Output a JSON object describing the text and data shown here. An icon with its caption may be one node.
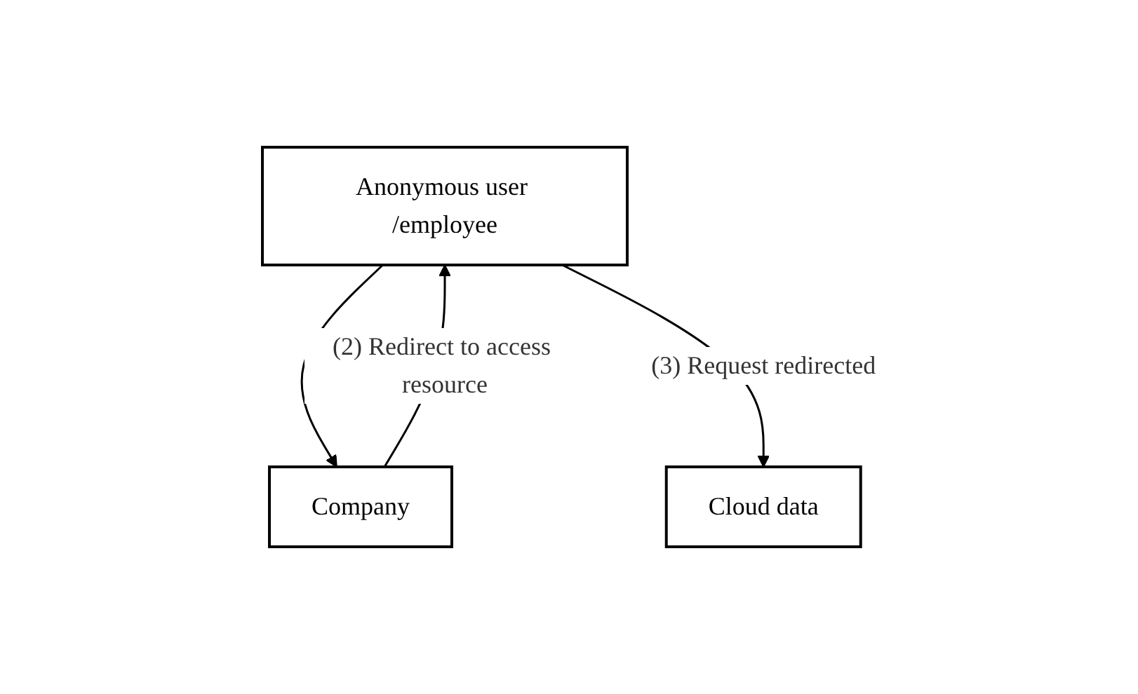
{
  "diagram": {
    "nodes": [
      {
        "text": [
          "Anonymous user /employee"
        ]
      },
      {
        "text": [
          "Company"
        ]
      },
      {
        "text": [
          "Cloud data"
        ]
      }
    ],
    "edges": [
      {
        "from": 0,
        "to": 1,
        "arrow": "to"
      },
      {
        "from": 1,
        "to": 0,
        "arrow": "to",
        "label": "(2) Redirect to access resource"
      },
      {
        "from": 0,
        "to": 2,
        "arrow": "to",
        "label": "(3) Request redirected"
      }
    ]
  }
}
